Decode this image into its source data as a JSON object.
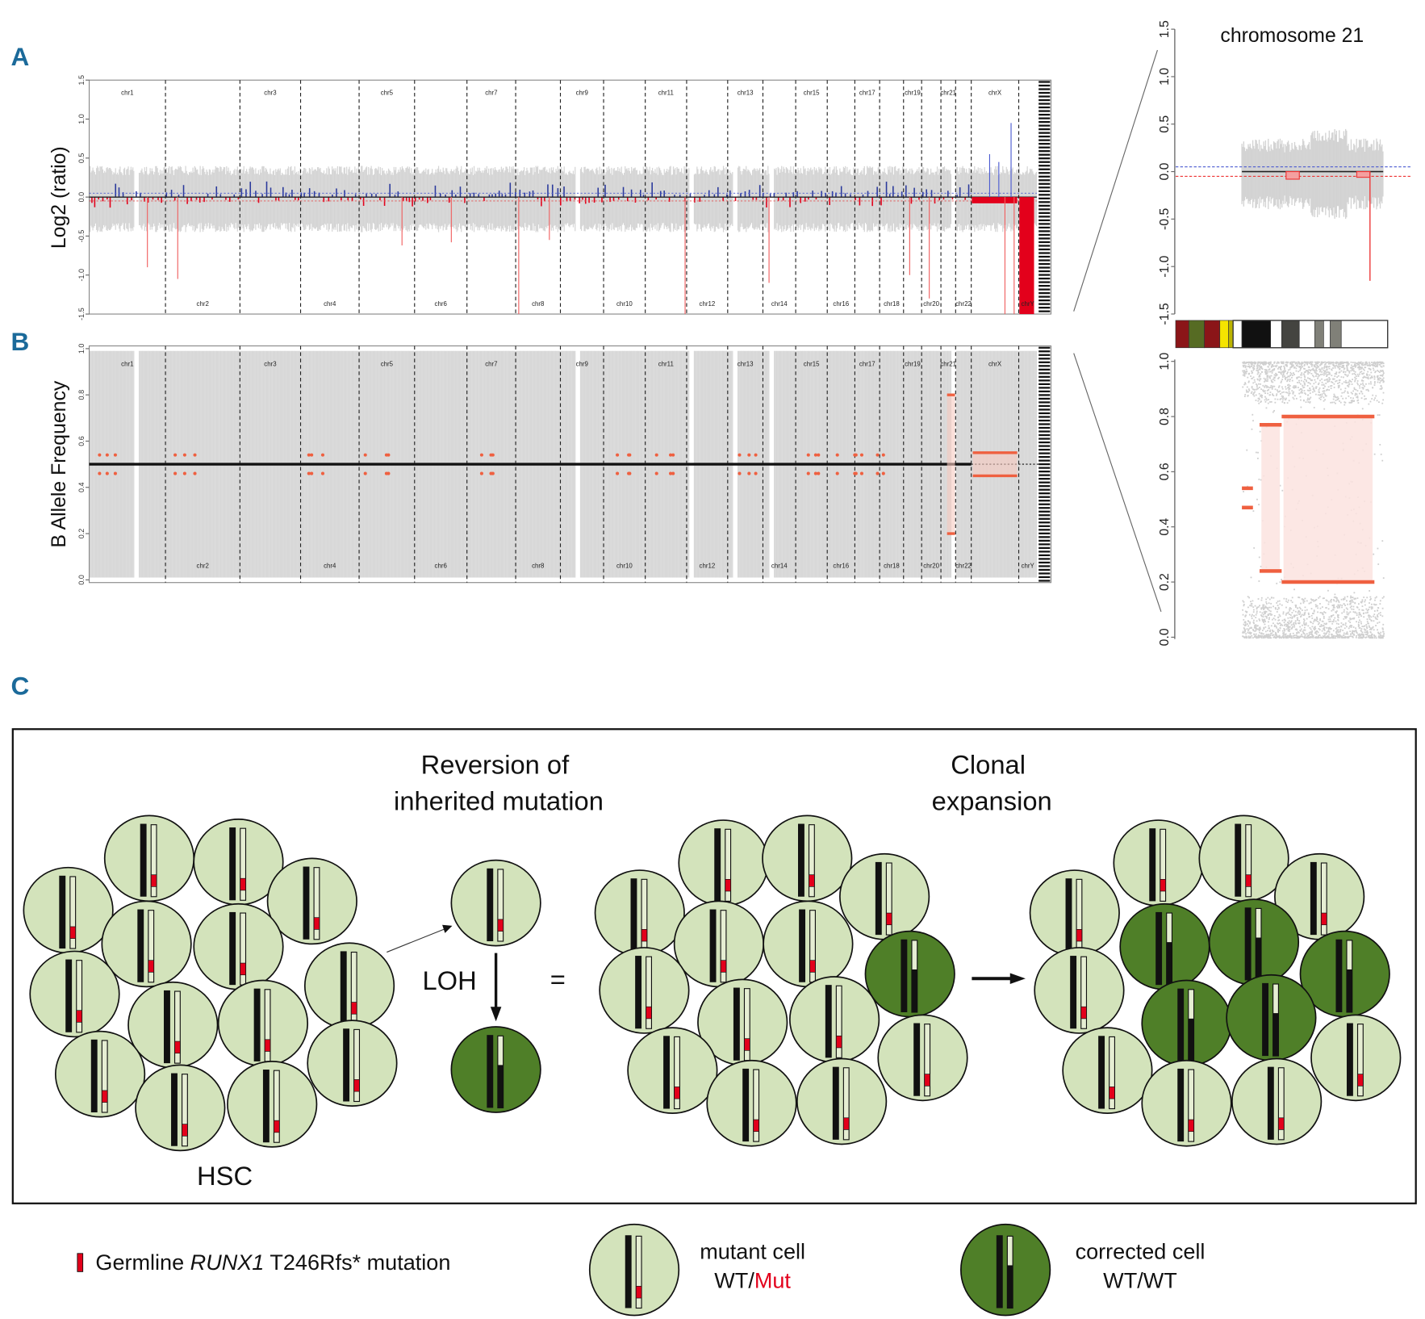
{
  "panel_labels": {
    "a": "A",
    "b": "B",
    "c": "C"
  },
  "chart_data": [
    {
      "id": "panel-a",
      "type": "scatter",
      "title": "",
      "xlabel": "",
      "ylabel": "Log2 (ratio)",
      "ylim": [
        -1.5,
        1.5
      ],
      "yticks": [
        "1.5",
        "1.0",
        "0.5",
        "0.0",
        "-0.5",
        "-1.0",
        "-1.5"
      ],
      "chromosomes": [
        "chr1",
        "chr2",
        "chr3",
        "chr4",
        "chr5",
        "chr6",
        "chr7",
        "chr8",
        "chr9",
        "chr10",
        "chr11",
        "chr12",
        "chr13",
        "chr14",
        "chr15",
        "chr16",
        "chr17",
        "chr18",
        "chr19",
        "chr20",
        "chr21",
        "chr22",
        "chrX",
        "chrY"
      ],
      "chromosome_lengths_mb": [
        249,
        243,
        198,
        191,
        181,
        171,
        159,
        146,
        141,
        136,
        135,
        134,
        115,
        107,
        103,
        90,
        81,
        78,
        59,
        63,
        48,
        51,
        155,
        59
      ],
      "thresholds": {
        "gain": 0.05,
        "loss": -0.05
      },
      "deletion_spikes": [
        {
          "chr": "chr1",
          "pos_mb": 190,
          "log2": -0.9
        },
        {
          "chr": "chr2",
          "pos_mb": 40,
          "log2": -1.05
        },
        {
          "chr": "chr5",
          "pos_mb": 140,
          "log2": -0.62
        },
        {
          "chr": "chr6",
          "pos_mb": 120,
          "log2": -0.58
        },
        {
          "chr": "chr8",
          "pos_mb": 10,
          "log2": -1.5
        },
        {
          "chr": "chr8",
          "pos_mb": 110,
          "log2": -0.55
        },
        {
          "chr": "chr11",
          "pos_mb": 130,
          "log2": -1.5
        },
        {
          "chr": "chr14",
          "pos_mb": 20,
          "log2": -1.1
        },
        {
          "chr": "chr19",
          "pos_mb": 20,
          "log2": -1.0
        },
        {
          "chr": "chr20",
          "pos_mb": 25,
          "log2": -1.3
        },
        {
          "chr": "chrX",
          "pos_mb": 110,
          "log2": -1.5
        },
        {
          "chr": "chrX",
          "pos_mb": 140,
          "log2": -1.5
        }
      ],
      "gain_spikes": [
        {
          "chr": "chrX",
          "pos_mb": 60,
          "log2": 0.55
        },
        {
          "chr": "chrX",
          "pos_mb": 90,
          "log2": 0.45
        },
        {
          "chr": "chrX",
          "pos_mb": 130,
          "log2": 0.95
        }
      ],
      "chrY_log2": -1.5
    },
    {
      "id": "panel-b",
      "type": "scatter",
      "ylabel": "B Allele Frequency",
      "ylim": [
        0,
        1
      ],
      "yticks": [
        "1.0",
        "0.8",
        "0.6",
        "0.4",
        "0.2",
        "0.0"
      ],
      "heterozygous_baf": 0.5,
      "allelic_imbalance": [
        {
          "chr": "chr21",
          "start_mb": 20,
          "end_mb": 46,
          "baf_high": 0.8,
          "baf_low": 0.2
        },
        {
          "chr": "chrX",
          "start_mb": 5,
          "end_mb": 150,
          "baf_high": 0.55,
          "baf_low": 0.45
        }
      ]
    },
    {
      "id": "chr21-log2",
      "type": "scatter",
      "title": "chromosome 21",
      "ylim": [
        -1.5,
        1.5
      ],
      "xlim_mb": [
        0,
        48
      ],
      "yticks": [
        "1.5",
        "1.0",
        "0.5",
        "0.0",
        "-0.5",
        "-1.0",
        "-1.5"
      ],
      "data_range_mb": [
        15,
        47
      ],
      "loss_segments": [
        {
          "start_mb": 25,
          "end_mb": 28,
          "log2": -0.04
        },
        {
          "start_mb": 41,
          "end_mb": 44,
          "log2": -0.03
        }
      ],
      "spike": {
        "pos_mb": 44,
        "log2": -1.15
      }
    },
    {
      "id": "chr21-ideogram",
      "type": "table",
      "bands": [
        {
          "start_mb": 0,
          "end_mb": 3,
          "color": "#8b1518"
        },
        {
          "start_mb": 3,
          "end_mb": 6.5,
          "color": "#566b23"
        },
        {
          "start_mb": 6.5,
          "end_mb": 10,
          "color": "#8b1518"
        },
        {
          "start_mb": 10,
          "end_mb": 12,
          "color": "#f5e400"
        },
        {
          "start_mb": 12,
          "end_mb": 13,
          "color": "#bcb400"
        },
        {
          "start_mb": 13,
          "end_mb": 15,
          "color": "#ffffff"
        },
        {
          "start_mb": 15,
          "end_mb": 21.5,
          "color": "#111111"
        },
        {
          "start_mb": 21.5,
          "end_mb": 24,
          "color": "#ffffff"
        },
        {
          "start_mb": 24,
          "end_mb": 28,
          "color": "#444440"
        },
        {
          "start_mb": 28,
          "end_mb": 31.5,
          "color": "#ffffff"
        },
        {
          "start_mb": 31.5,
          "end_mb": 33.5,
          "color": "#808078"
        },
        {
          "start_mb": 33.5,
          "end_mb": 35,
          "color": "#ffffff"
        },
        {
          "start_mb": 35,
          "end_mb": 37.5,
          "color": "#808078"
        },
        {
          "start_mb": 37.5,
          "end_mb": 48,
          "color": "#ffffff"
        }
      ]
    },
    {
      "id": "chr21-baf",
      "type": "scatter",
      "ylim": [
        0,
        1
      ],
      "xlim_mb": [
        0,
        48
      ],
      "yticks": [
        "1.0",
        "0.8",
        "0.6",
        "0.4",
        "0.2",
        "0.0"
      ],
      "segments": [
        {
          "start_mb": 15,
          "end_mb": 17.5,
          "baf_high": 0.54,
          "baf_low": 0.47
        },
        {
          "start_mb": 19,
          "end_mb": 24,
          "baf_high": 0.77,
          "baf_low": 0.24
        },
        {
          "start_mb": 24,
          "end_mb": 45,
          "baf_high": 0.8,
          "baf_low": 0.2
        }
      ]
    }
  ],
  "panel_c": {
    "title_reversion": [
      "Reversion of",
      "inherited mutation"
    ],
    "title_clonal": [
      "Clonal",
      "expansion"
    ],
    "loh_label": "LOH",
    "equals": "=",
    "hsc_label": "HSC",
    "groups": [
      {
        "name": "hsc-pool",
        "cells": [
          "mutant",
          "mutant",
          "mutant",
          "mutant",
          "mutant",
          "mutant",
          "mutant",
          "mutant",
          "mutant",
          "mutant",
          "mutant",
          "mutant",
          "mutant",
          "mutant"
        ]
      },
      {
        "name": "reversion",
        "cells": [
          "mutant",
          "corrected"
        ]
      },
      {
        "name": "reverted-pool",
        "cells": [
          "mutant",
          "mutant",
          "mutant",
          "mutant",
          "mutant",
          "mutant",
          "mutant",
          "corrected",
          "mutant",
          "mutant",
          "mutant",
          "mutant",
          "mutant",
          "mutant"
        ]
      },
      {
        "name": "expanded-pool",
        "cells": [
          "mutant",
          "mutant",
          "mutant",
          "mutant",
          "corrected",
          "corrected",
          "mutant",
          "corrected",
          "corrected",
          "corrected",
          "mutant",
          "mutant",
          "mutant",
          "mutant"
        ]
      }
    ],
    "colors": {
      "mutant_cell": "#d3e3bb",
      "corrected_cell": "#4f7f28",
      "mutation": "#e3001b"
    }
  },
  "legend": {
    "mutation_pre": "Germline ",
    "mutation_gene": "RUNX1",
    "mutation_post": " T246Rfs* mutation",
    "mutant_line1": "mutant cell",
    "mutant_wt": "WT/",
    "mutant_mut": "Mut",
    "corrected_line1": "corrected cell",
    "corrected_line2": "WT/WT"
  }
}
